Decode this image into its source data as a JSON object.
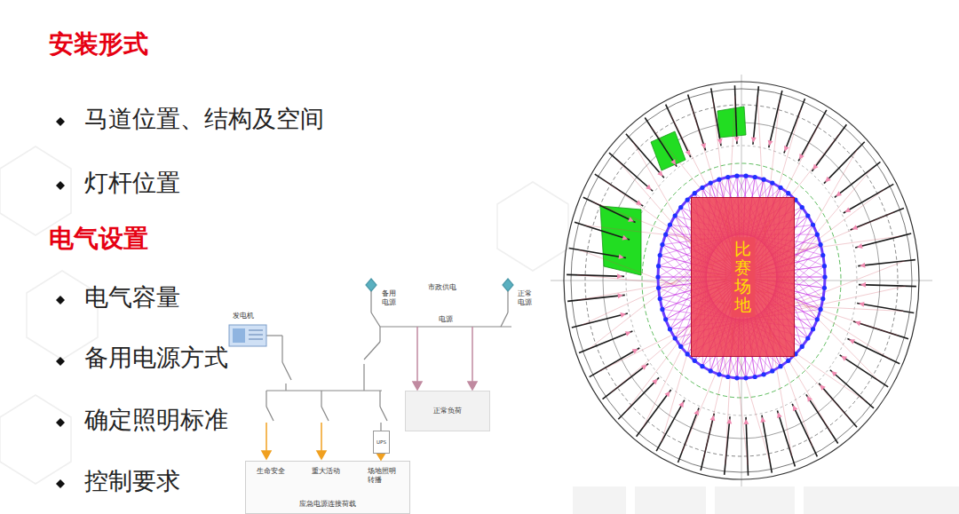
{
  "diagram": {
    "nodes": [
      {
        "text": [
          "正常负荷"
        ]
      },
      {
        "text": [
          "UPS"
        ]
      },
      {
        "text": [
          "生命安全",
          "重大活动",
          "场地照明转播",
          "应急电源连接荷载"
        ]
      },
      {
        "text": [
          "比赛场地"
        ]
      }
    ],
    "labels": [
      "安装形式",
      "马道位置、结构及空间",
      "灯杆位置",
      "电气设置",
      "电气容量",
      "备用电源方式",
      "确定照明标准",
      "控制要求",
      "备用电源",
      "市政供电",
      "正常电源",
      "发电机",
      "电源"
    ]
  }
}
